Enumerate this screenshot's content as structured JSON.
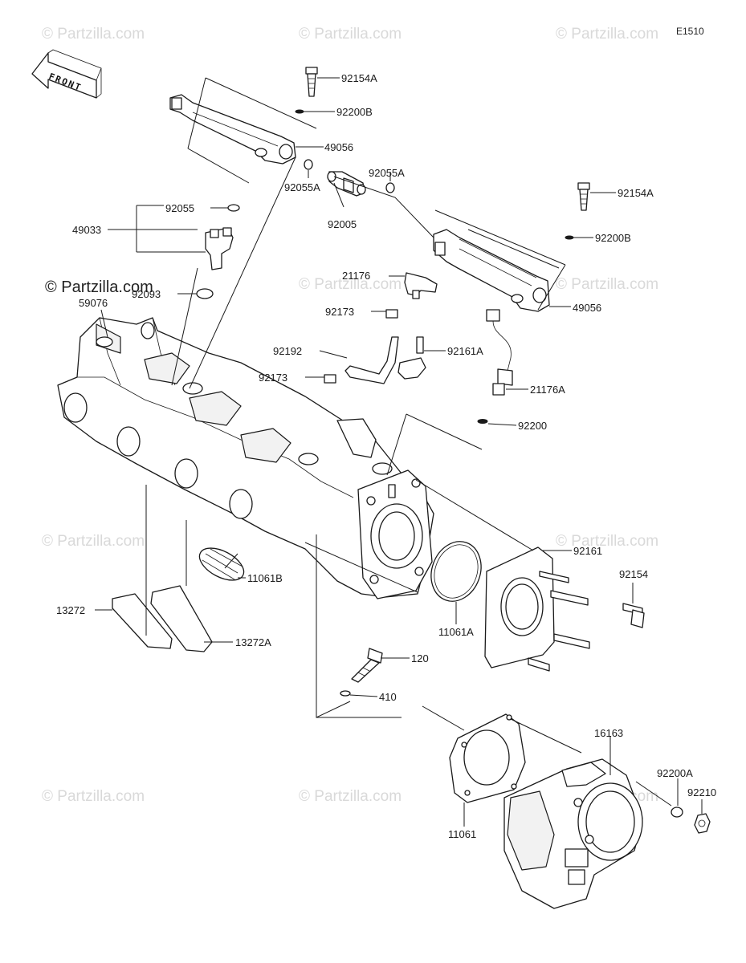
{
  "figure_code": "E1510",
  "front_label": "FRONT",
  "watermark": "© Partzilla.com",
  "parts": {
    "p92154A_top": "92154A",
    "p92200B_top": "92200B",
    "p49056_top": "49056",
    "p92055A_left": "92055A",
    "p92055A_right": "92055A",
    "p92005": "92005",
    "p92055": "92055",
    "p49033": "49033",
    "p92093": "92093",
    "p59076": "59076",
    "p92154A_right": "92154A",
    "p92200B_right": "92200B",
    "p21176": "21176",
    "p49056_right": "49056",
    "p92173_top": "92173",
    "p92192": "92192",
    "p92161A": "92161A",
    "p92173_bottom": "92173",
    "p21176A": "21176A",
    "p92200": "92200",
    "p92161": "92161",
    "p92154": "92154",
    "p11061B": "11061B",
    "p13272": "13272",
    "p13272A": "13272A",
    "p11061A": "11061A",
    "p120": "120",
    "p410": "410",
    "p16163": "16163",
    "p92200A": "92200A",
    "p92210": "92210",
    "p11061": "11061"
  }
}
